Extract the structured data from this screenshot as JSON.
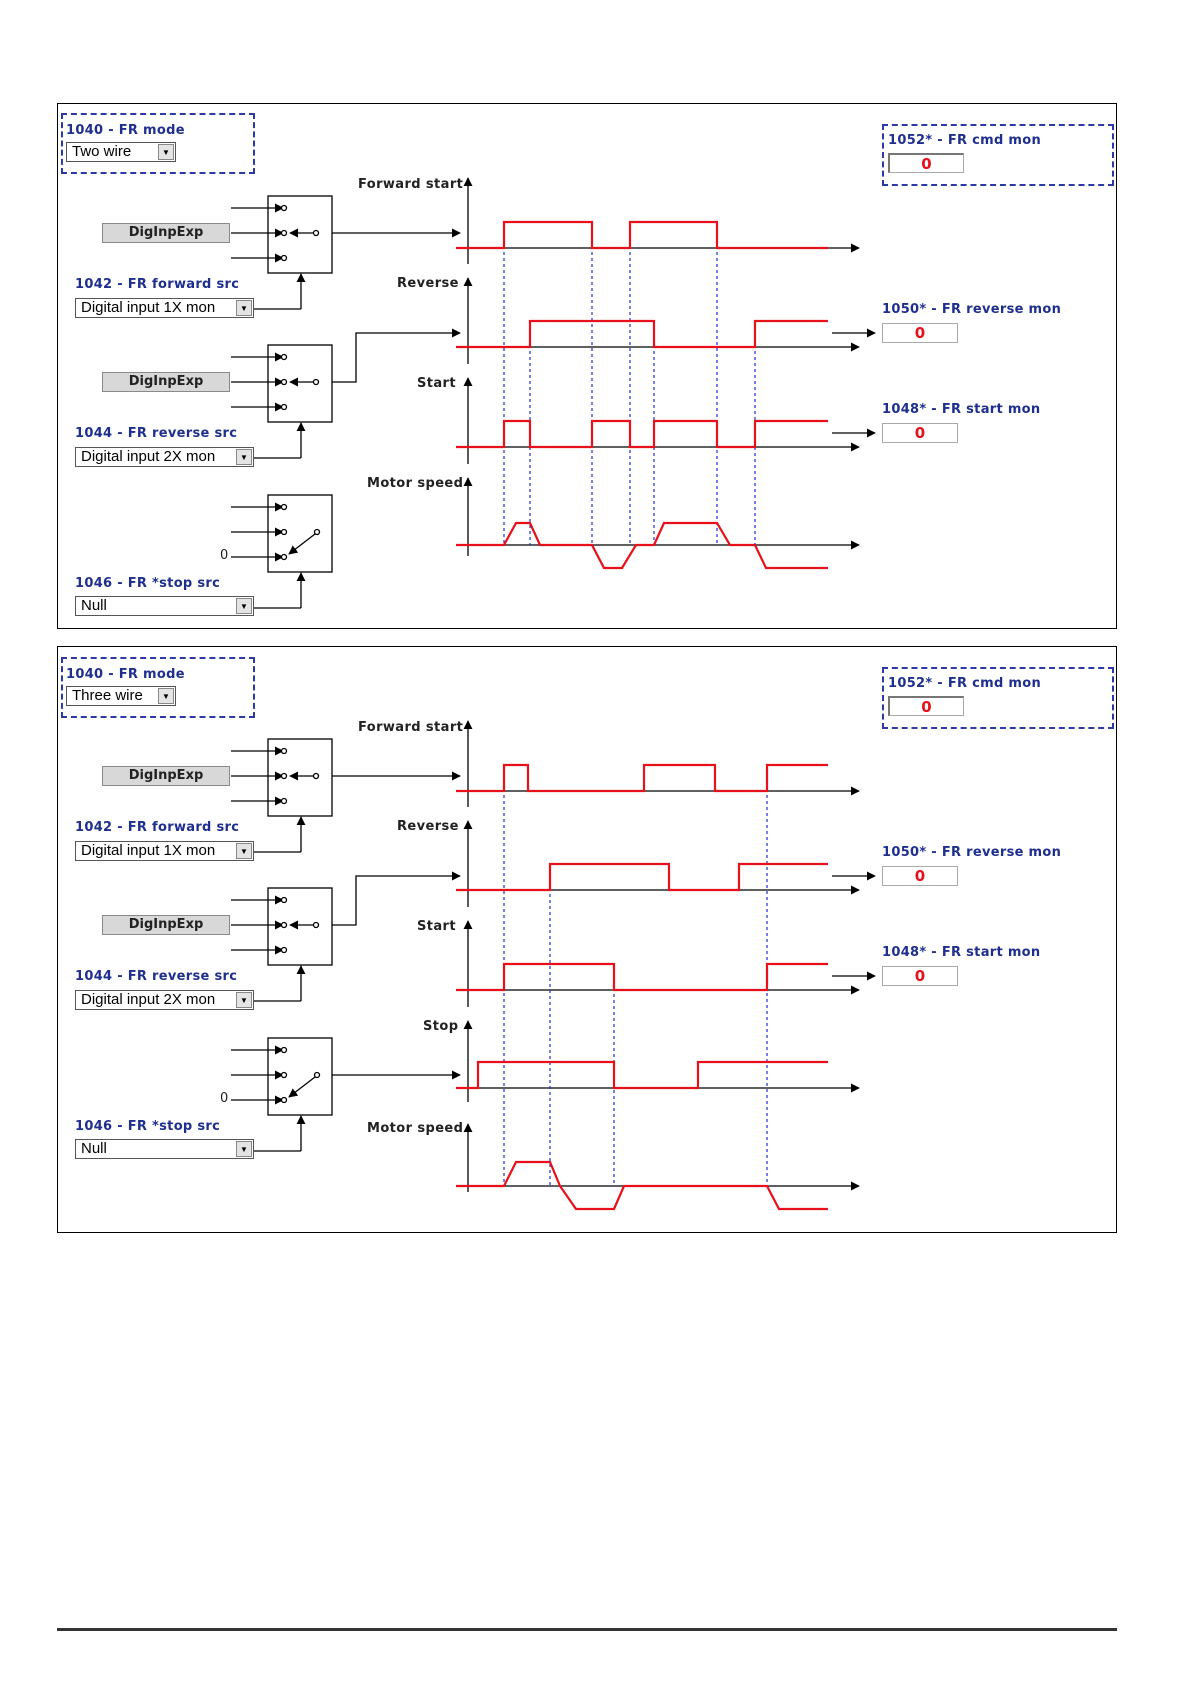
{
  "colors": {
    "label": "#1f2f8f",
    "signal": "#e8101a",
    "guide": "#1f2fd0",
    "dashed_box": "#2b3aa5"
  },
  "panels": [
    {
      "mode_label": "1040 - FR mode",
      "mode_value": "Two wire",
      "cmd_mon_label": "1052* - FR cmd mon",
      "cmd_mon_value": "0",
      "forward_src_label": "1042 - FR forward src",
      "forward_src_value": "Digital input 1X mon",
      "reverse_src_label": "1044 - FR reverse src",
      "reverse_src_value": "Digital input 2X mon",
      "stop_src_label": "1046 - FR *stop src",
      "stop_src_value": "Null",
      "diginp1": "DigInpExp",
      "diginp2": "DigInpExp",
      "zero_label": "0",
      "sig_forward": "Forward start",
      "sig_reverse": "Reverse",
      "sig_start": "Start",
      "sig_motor": "Motor speed",
      "reverse_mon_label": "1050* - FR reverse mon",
      "reverse_mon_value": "0",
      "start_mon_label": "1048* - FR start mon",
      "start_mon_value": "0"
    },
    {
      "mode_label": "1040 - FR mode",
      "mode_value": "Three wire",
      "cmd_mon_label": "1052* - FR cmd mon",
      "cmd_mon_value": "0",
      "forward_src_label": "1042 - FR forward src",
      "forward_src_value": "Digital input 1X mon",
      "reverse_src_label": "1044 - FR reverse src",
      "reverse_src_value": "Digital input 2X mon",
      "stop_src_label": "1046 - FR *stop src",
      "stop_src_value": "Null",
      "diginp1": "DigInpExp",
      "diginp2": "DigInpExp",
      "zero_label": "0",
      "sig_forward": "Forward start",
      "sig_reverse": "Reverse",
      "sig_start": "Start",
      "sig_stop": "Stop",
      "sig_motor": "Motor speed",
      "reverse_mon_label": "1050* - FR reverse mon",
      "reverse_mon_value": "0",
      "start_mon_label": "1048* - FR start mon",
      "start_mon_value": "0"
    }
  ]
}
